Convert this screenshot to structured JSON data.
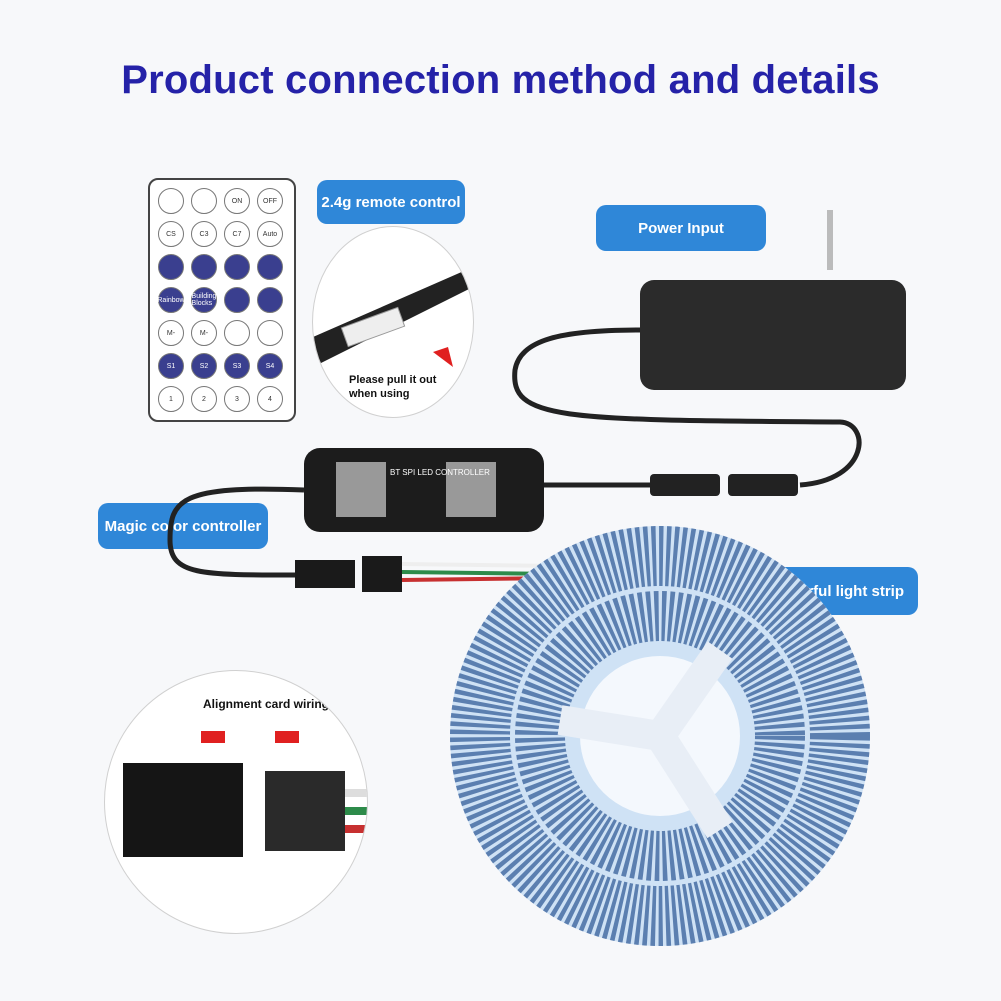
{
  "title": "Product connection method and details",
  "labels": {
    "remote": "2.4g remote control",
    "power": "Power Input",
    "controller": "Magic color controller",
    "strip": "Colorful light strip",
    "pull_note": "Please pull it out when using",
    "alignment": "Alignment card wiring"
  },
  "remote_buttons": [
    [
      "",
      "",
      "ON",
      "OFF"
    ],
    [
      "CS",
      "C3",
      "C7",
      "Auto"
    ],
    [
      "",
      "",
      "",
      ""
    ],
    [
      "Rainbow",
      "Building Blocks",
      "",
      ""
    ],
    [
      "M-",
      "M-",
      "",
      ""
    ],
    [
      "S1",
      "S2",
      "S3",
      "S4"
    ],
    [
      "1",
      "2",
      "3",
      "4"
    ]
  ],
  "controller_text": "BT SPI LED CONTROLLER",
  "colors": {
    "title": "#2522a8",
    "pill": "#2f87d8",
    "arrow": "#e02020"
  }
}
